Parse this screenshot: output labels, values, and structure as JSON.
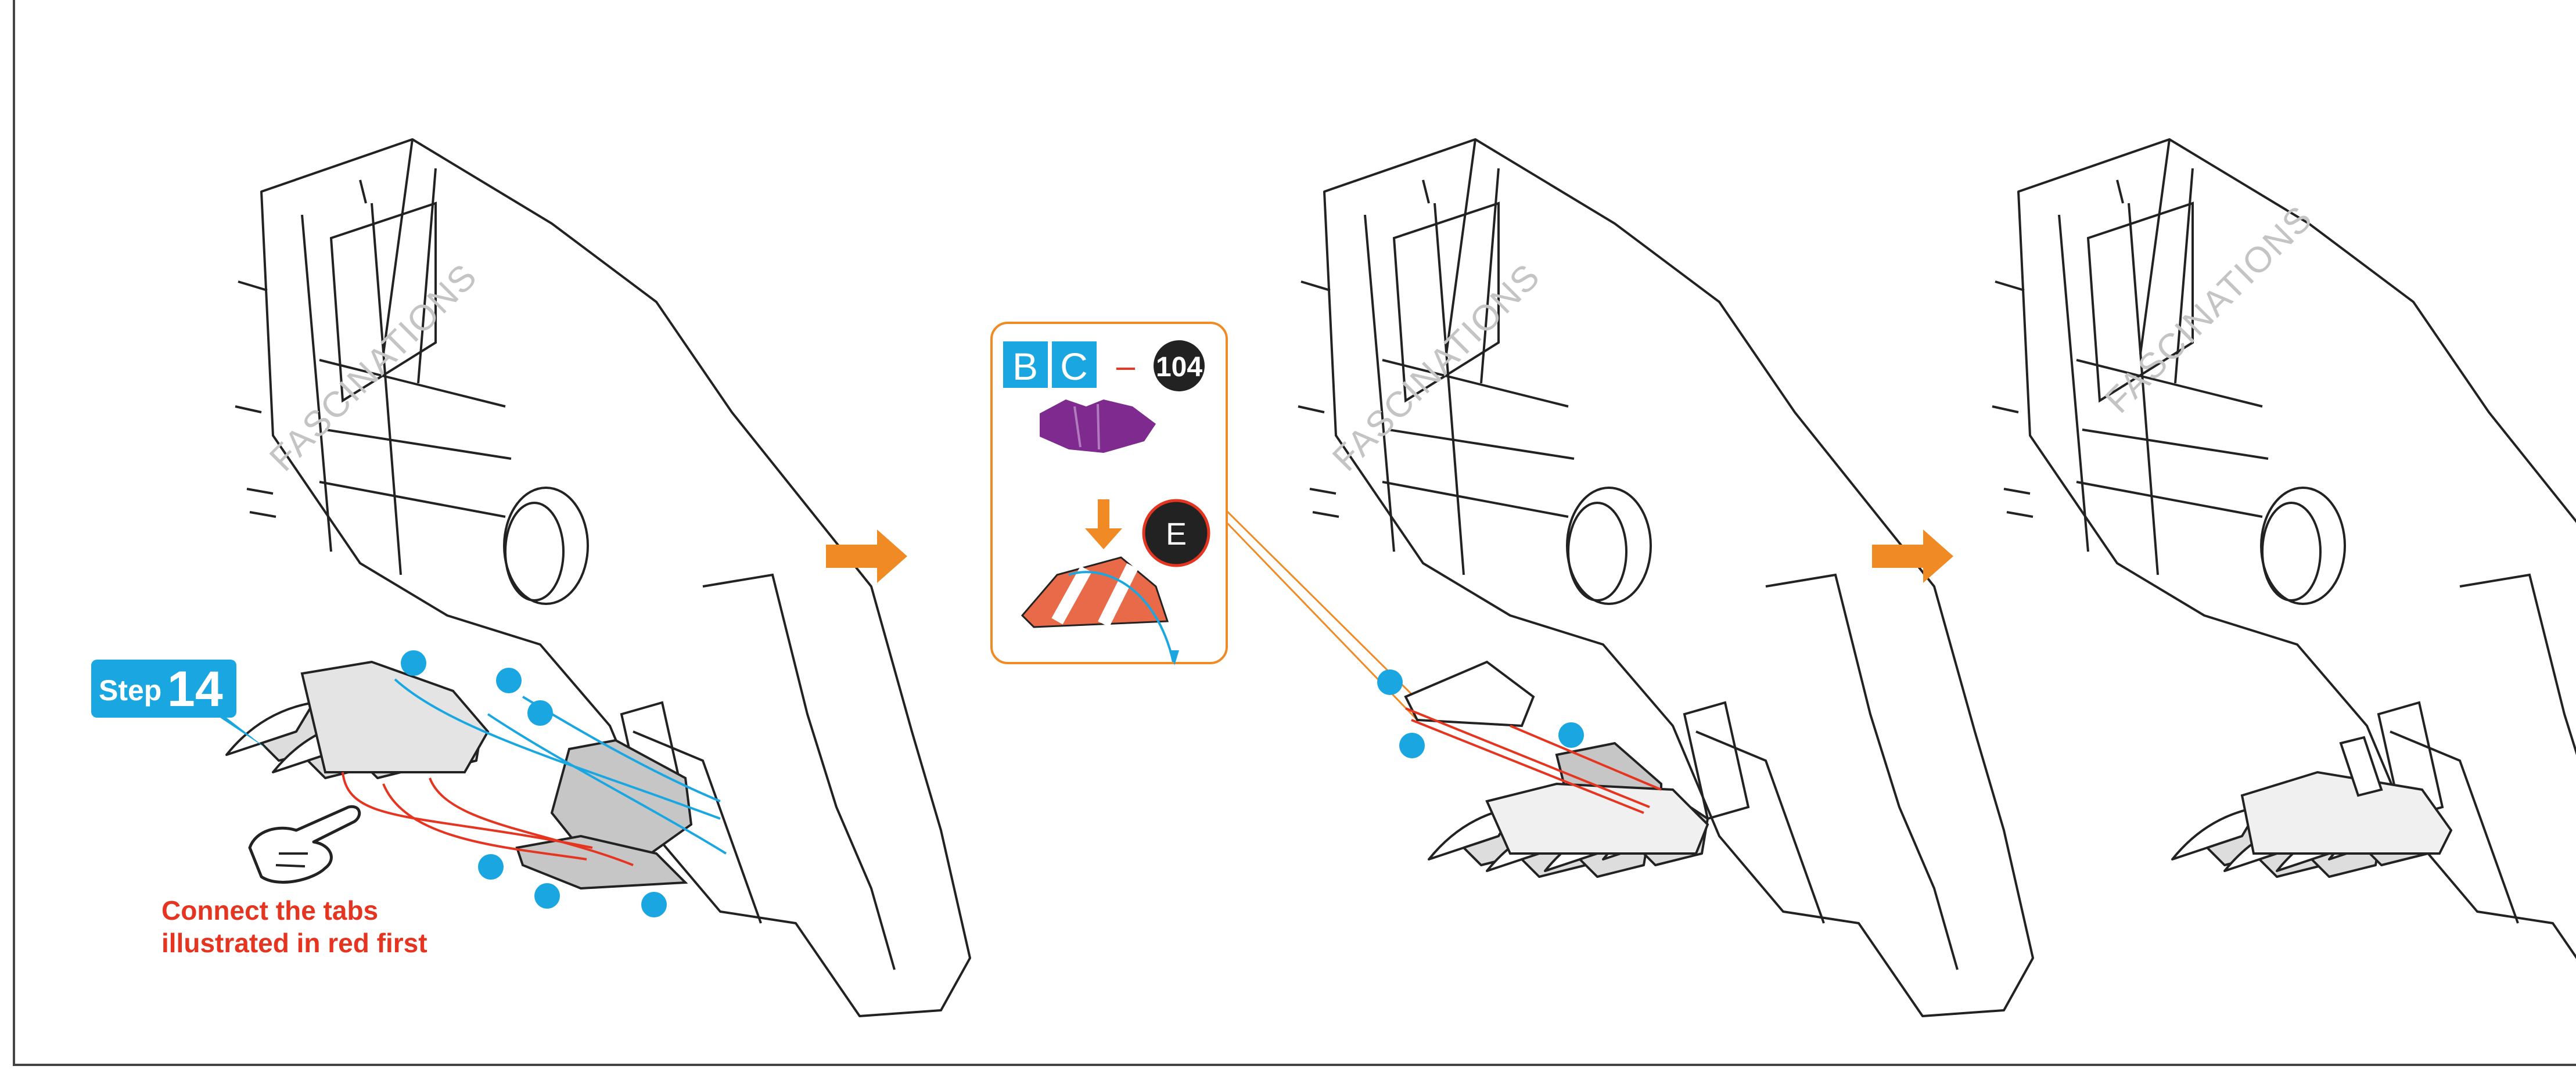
{
  "step": {
    "label": "Step",
    "number": "14"
  },
  "instruction": {
    "line1": "Connect the tabs",
    "line2": "illustrated in red first"
  },
  "watermark": "FASCINATIONS",
  "parts_callout": {
    "sheet_b": "B",
    "sheet_c": "C",
    "dash": "–",
    "piece_number": "104",
    "target_piece": "E"
  },
  "colors": {
    "accent_blue": "#1AA7E1",
    "accent_orange": "#F08A24",
    "red": "#E53521",
    "purple": "#7E2A8F",
    "panel_gray": "#C6C6C6",
    "line": "#222222"
  },
  "icons": [
    "step-badge",
    "pointing-hand-icon",
    "next-arrow-icon",
    "tab-dot",
    "part-piece-icon"
  ]
}
